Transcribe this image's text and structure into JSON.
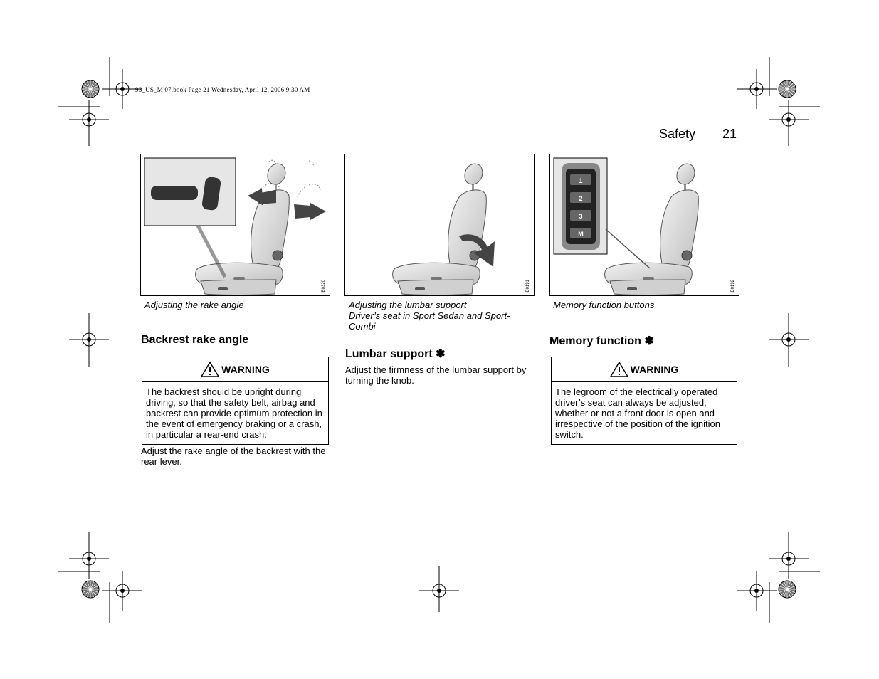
{
  "print_slug": "93_US_M 07.book  Page 21  Wednesday, April 12, 2006  9:30 AM",
  "header": {
    "section": "Safety",
    "page_number": "21"
  },
  "figures": [
    {
      "code": "IB0320",
      "caption_lines": [
        "Adjusting the rake angle"
      ]
    },
    {
      "code": "IB0191",
      "caption_lines": [
        "Adjusting the lumbar support",
        "Driver’s seat in Sport Sedan and Sport-",
        "Combi"
      ]
    },
    {
      "code": "IB0192",
      "caption_lines": [
        "Memory function buttons"
      ],
      "buttons": [
        "1",
        "2",
        "3",
        "M"
      ]
    }
  ],
  "columns": [
    {
      "heading": "Backrest rake angle",
      "warning": {
        "title": "WARNING",
        "text": "The backrest should be upright during driving, so that the safety belt, airbag and backrest can provide optimum protection in the event of emergency braking or a crash, in particular a rear-end crash."
      },
      "body": "Adjust the rake angle of the backrest with the rear lever."
    },
    {
      "heading": "Lumbar support ✽",
      "body": "Adjust the firmness of the lumbar support by turning the knob."
    },
    {
      "heading": "Memory function ✽",
      "warning": {
        "title": "WARNING",
        "text": "The legroom of the electrically operated driver’s seat can always be adjusted, whether or not a front door is open and irrespective of the position of the ignition switch."
      }
    }
  ]
}
